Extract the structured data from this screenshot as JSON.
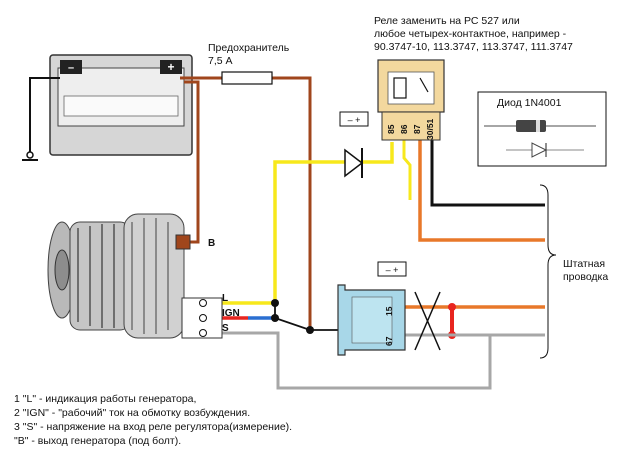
{
  "relay_note": {
    "line1": "Реле заменить на РС 527 или",
    "line2": "любое четырех-контактное, например -",
    "line3": "90.3747-10, 113.3747, 113.3747, 111.3747"
  },
  "fuse": {
    "label": "Предохранитель",
    "rating": "7,5 А"
  },
  "diode_box": {
    "title": "Диод 1N4001"
  },
  "relay_pins": [
    "85",
    "86",
    "87",
    "30/51"
  ],
  "regulator_pins": [
    "15",
    "67"
  ],
  "alternator_terminals": {
    "b": "B",
    "l": "L",
    "ign": "IGN",
    "s": "S"
  },
  "battery": {
    "minus": "–",
    "plus": "+"
  },
  "polarity_sign": "– +",
  "stock_wiring": {
    "line1": "Штатная",
    "line2": "проводка"
  },
  "legend": [
    "1 \"L\" - индикация работы генератора,",
    "2 \"IGN\" - \"рабочий\" ток на обмотку возбуждения.",
    "3 \"S\" - напряжение на вход реле регулятора(измерение).",
    "\"B\" - выход генератора (под болт)."
  ],
  "colors": {
    "brown": "#a0461c",
    "yellow": "#f7e81c",
    "orange": "#e8782a",
    "red": "#e8251f",
    "blue": "#2a6fd1",
    "gray": "#a7a7a7",
    "black": "#111111",
    "relay_body": "#f3d89e",
    "regulator_body": "#a8d7e8"
  }
}
